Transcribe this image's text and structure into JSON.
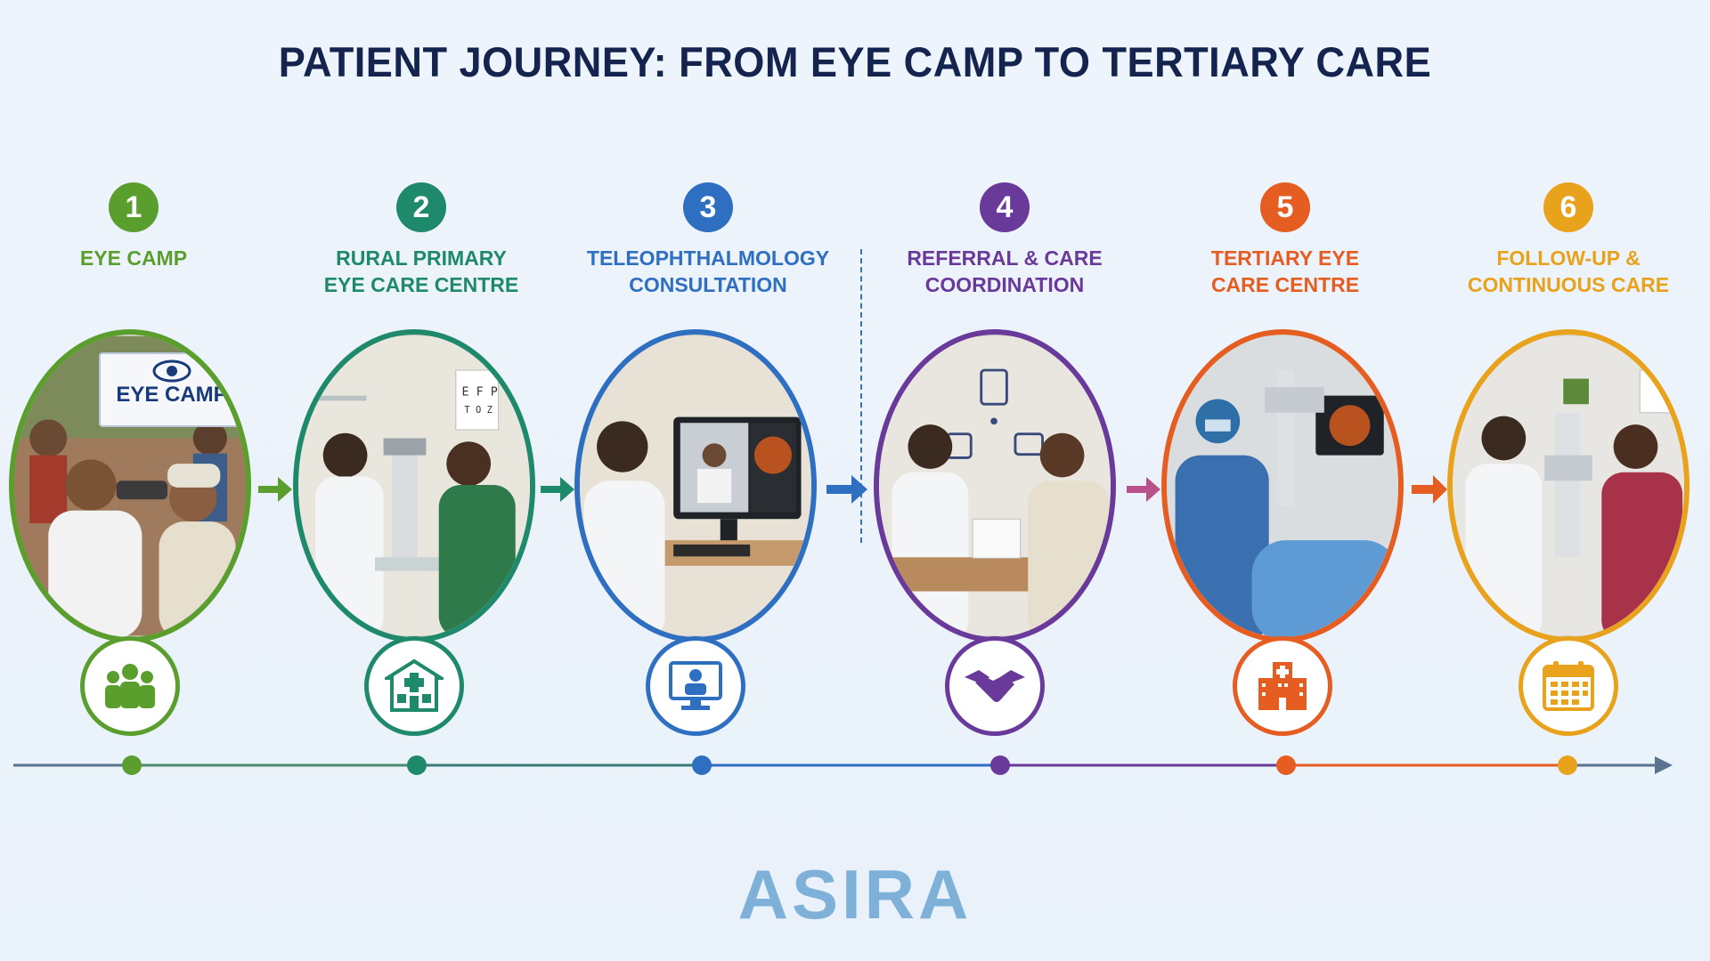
{
  "title": "PATIENT JOURNEY: FROM EYE CAMP TO TERTIARY CARE",
  "logo": "ASIRA",
  "eye_camp_sign": "EYE CAMP",
  "colors": {
    "green": "#5a9e2e",
    "teal": "#1e8a6b",
    "blue": "#2f6fc2",
    "purple": "#6a3a9a",
    "orange": "#e65d22",
    "amber": "#e8a21c",
    "timeline": "#5a7390"
  },
  "steps": [
    {
      "number": "1",
      "label_line1": "EYE CAMP",
      "label_line2": "",
      "color": "#5a9e2e",
      "icon": "people-icon"
    },
    {
      "number": "2",
      "label_line1": "RURAL PRIMARY",
      "label_line2": "EYE CARE CENTRE",
      "color": "#1e8a6b",
      "icon": "clinic-icon"
    },
    {
      "number": "3",
      "label_line1": "TELEOPHTHALMOLOGY",
      "label_line2": "CONSULTATION",
      "color": "#2f6fc2",
      "icon": "monitor-doctor-icon"
    },
    {
      "number": "4",
      "label_line1": "REFERRAL & CARE",
      "label_line2": "COORDINATION",
      "color": "#6a3a9a",
      "icon": "handshake-icon"
    },
    {
      "number": "5",
      "label_line1": "TERTIARY EYE",
      "label_line2": "CARE CENTRE",
      "color": "#e65d22",
      "icon": "hospital-icon"
    },
    {
      "number": "6",
      "label_line1": "FOLLOW-UP &",
      "label_line2": "CONTINUOUS CARE",
      "color": "#e8a21c",
      "icon": "calendar-icon"
    }
  ]
}
